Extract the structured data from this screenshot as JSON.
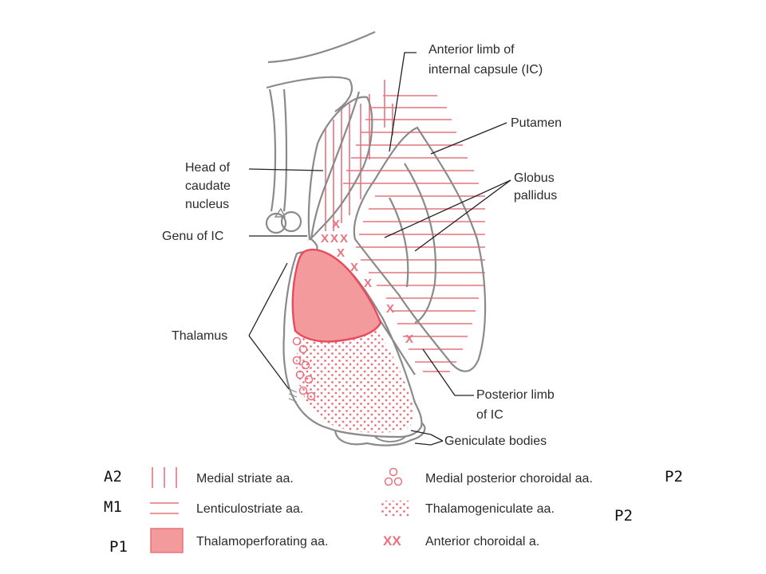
{
  "labels": {
    "anterior_limb_line1": "Anterior limb of",
    "anterior_limb_line2": "internal capsule (IC)",
    "putamen": "Putamen",
    "globus_line1": "Globus",
    "globus_line2": "pallidus",
    "head_caudate_line1": "Head of",
    "head_caudate_line2": "caudate",
    "head_caudate_line3": "nucleus",
    "genu": "Genu of IC",
    "thalamus": "Thalamus",
    "posterior_limb_line1": "Posterior limb",
    "posterior_limb_line2": "of IC",
    "geniculate": "Geniculate bodies"
  },
  "legend": {
    "medial_striate": "Medial striate aa.",
    "lenticulostriate": "Lenticulostriate aa.",
    "thalamoperforating": "Thalamoperforating aa.",
    "medial_posterior_choroidal": "Medial posterior choroidal aa.",
    "thalamogeniculate": "Thalamogeniculate aa.",
    "anterior_choroidal": "Anterior choroidal a.",
    "x_symbol": "XX"
  },
  "codes": {
    "a2": "A2",
    "m1": "M1",
    "p1": "P1",
    "p2_right": "P2",
    "p2_lower": "P2"
  },
  "colors": {
    "artery_pink": "#e8737f",
    "thalamus_fill": "#f29a9c",
    "outline_gray": "#8a8a8a"
  },
  "marks": {
    "x": "X"
  }
}
